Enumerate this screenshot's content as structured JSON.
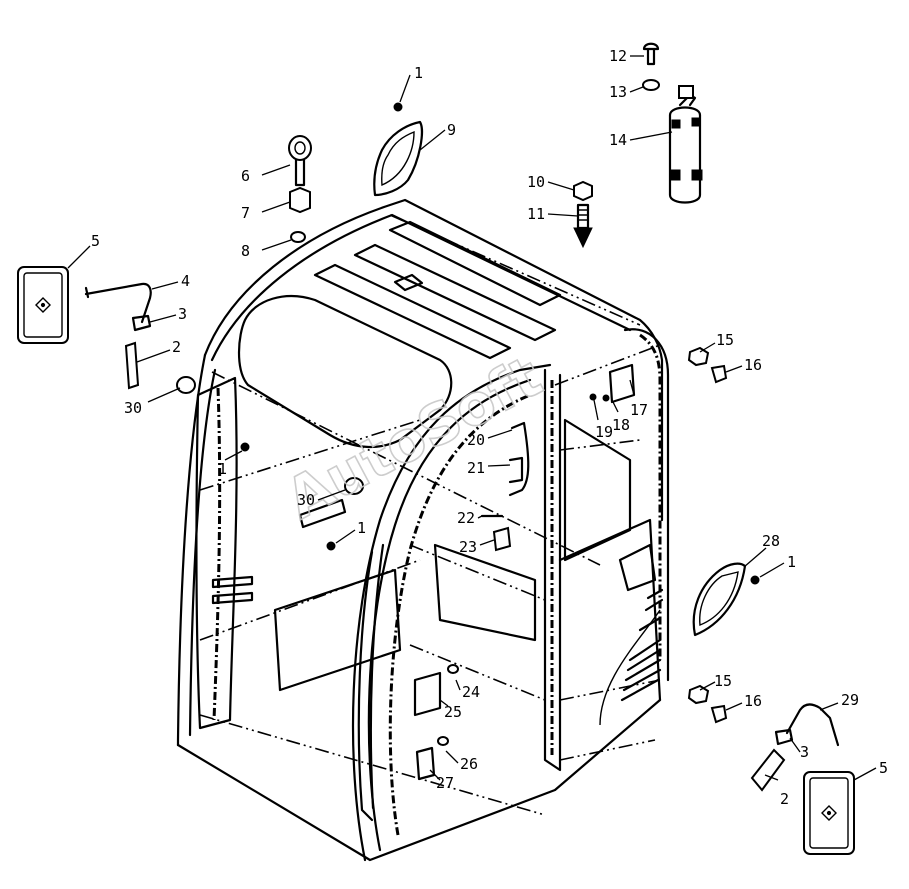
{
  "watermark": "AutoSoft",
  "callouts": {
    "c1a": "1",
    "c1b": "1",
    "c1c": "1",
    "c1d": "1",
    "c2a": "2",
    "c2b": "2",
    "c3a": "3",
    "c3b": "3",
    "c4": "4",
    "c5a": "5",
    "c5b": "5",
    "c6": "6",
    "c7": "7",
    "c8": "8",
    "c9": "9",
    "c10": "10",
    "c11": "11",
    "c12": "12",
    "c13": "13",
    "c14": "14",
    "c15a": "15",
    "c15b": "15",
    "c16a": "16",
    "c16b": "16",
    "c17": "17",
    "c18": "18",
    "c19": "19",
    "c20": "20",
    "c21": "21",
    "c22": "22",
    "c23": "23",
    "c24": "24",
    "c25": "25",
    "c26": "26",
    "c27": "27",
    "c28": "28",
    "c29": "29",
    "c30a": "30",
    "c30b": "30"
  }
}
